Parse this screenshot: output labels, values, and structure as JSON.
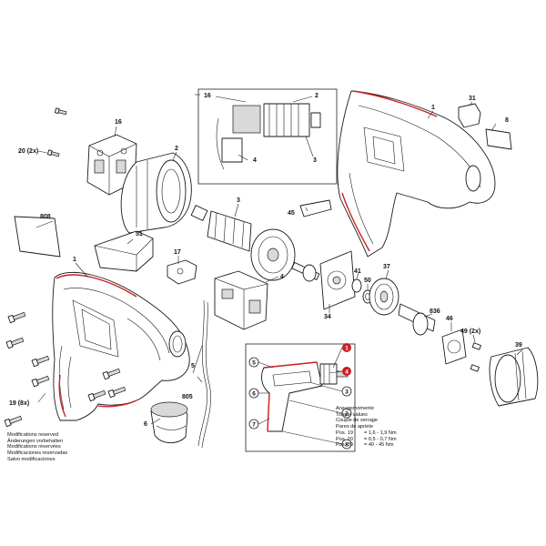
{
  "parts": [
    {
      "id": "p1a",
      "text": "1"
    },
    {
      "id": "p1b",
      "text": "1"
    },
    {
      "id": "p2a",
      "text": "2"
    },
    {
      "id": "p2b",
      "text": "2"
    },
    {
      "id": "p3a",
      "text": "3"
    },
    {
      "id": "p3b",
      "text": "3"
    },
    {
      "id": "p4a",
      "text": "4"
    },
    {
      "id": "p4b",
      "text": "4"
    },
    {
      "id": "p5",
      "text": "5"
    },
    {
      "id": "p6",
      "text": "6"
    },
    {
      "id": "p8",
      "text": "8"
    },
    {
      "id": "p16a",
      "text": "16"
    },
    {
      "id": "p16b",
      "text": "16"
    },
    {
      "id": "p17",
      "text": "17"
    },
    {
      "id": "p19",
      "text": "19 (8x)"
    },
    {
      "id": "p20",
      "text": "20 (2x)"
    },
    {
      "id": "p31",
      "text": "31"
    },
    {
      "id": "p34",
      "text": "34"
    },
    {
      "id": "p37",
      "text": "37"
    },
    {
      "id": "p39",
      "text": "39"
    },
    {
      "id": "p41",
      "text": "41"
    },
    {
      "id": "p45",
      "text": "45"
    },
    {
      "id": "p46",
      "text": "46"
    },
    {
      "id": "p49",
      "text": "49 (2x)"
    },
    {
      "id": "p50",
      "text": "50"
    },
    {
      "id": "p51",
      "text": "51"
    },
    {
      "id": "p805",
      "text": "805"
    },
    {
      "id": "p808",
      "text": "808"
    },
    {
      "id": "p836",
      "text": "836"
    }
  ],
  "inset": {
    "numbers": [
      "1",
      "2",
      "3",
      "4",
      "5",
      "6",
      "7",
      "8"
    ]
  },
  "modifications": [
    "Modifications reserved",
    "Änderungen vorbehalten",
    "Modifications réservées",
    "Modificaciones reservadas",
    "Salvo modificaciones"
  ],
  "torque": {
    "headings": [
      "Anzugsmomente",
      "Torque values",
      "Couple de serrage",
      "Pares de apriete"
    ],
    "rows": [
      {
        "pos": "Pos. 19",
        "eq": "= 1,6 - 1,9 Nm"
      },
      {
        "pos": "Pos. 20",
        "eq": "= 0,5 - 0,7 Nm"
      },
      {
        "pos": "Pos. 39",
        "eq": "= 40 - 45 Nm"
      }
    ]
  }
}
